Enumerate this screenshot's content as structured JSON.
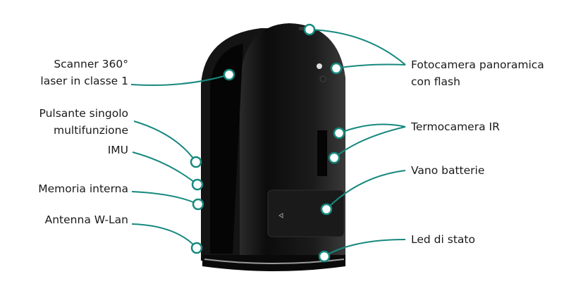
{
  "accent_color": "#17897f",
  "labels_left": [
    {
      "line1": "Scanner 360°",
      "line2": "laser in classe 1"
    },
    {
      "line1": "Pulsante singolo",
      "line2": "multifunzione"
    },
    {
      "line1": "IMU"
    },
    {
      "line1": "Memoria interna"
    },
    {
      "line1": "Antenna W-Lan"
    }
  ],
  "labels_right": [
    {
      "line1": "Fotocamera panoramica",
      "line2": "con flash"
    },
    {
      "line1": "Termocamera IR"
    },
    {
      "line1": "Vano batterie"
    },
    {
      "line1": "Led di stato"
    }
  ]
}
